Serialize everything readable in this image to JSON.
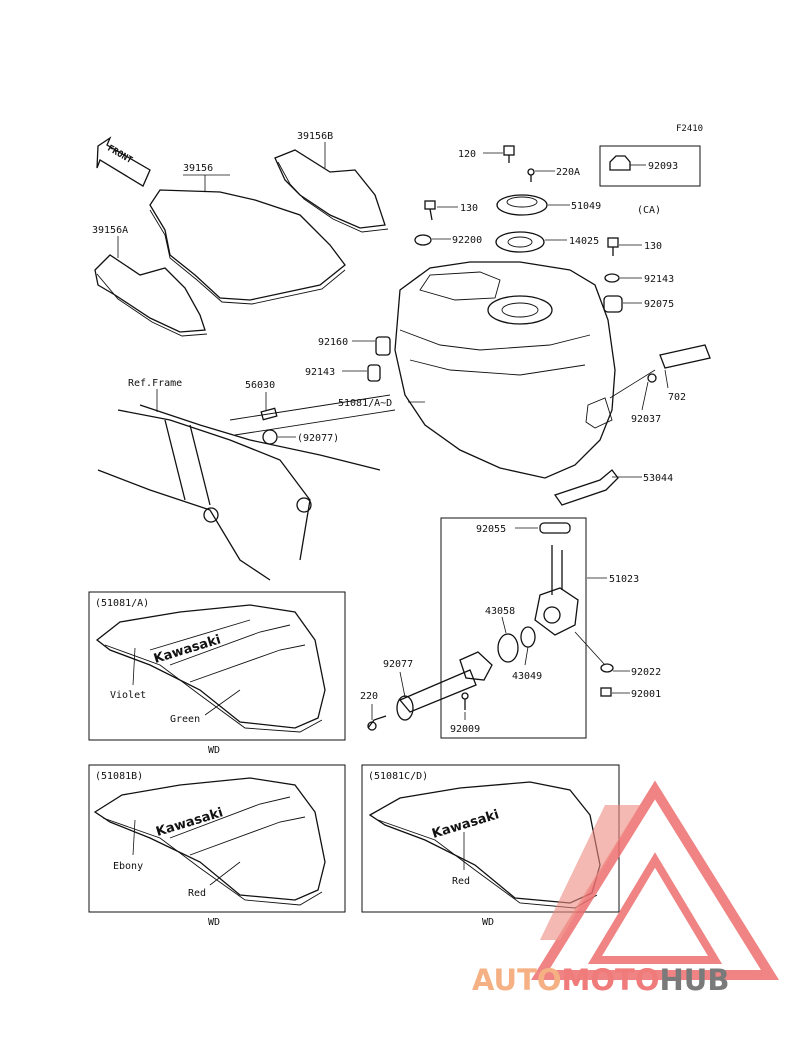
{
  "figure_code": "F2410",
  "front_label": "FRONT",
  "ca_label": "(CA)",
  "wd_label": "WD",
  "labels": {
    "p39156": "39156",
    "p39156b": "39156B",
    "p39156a": "39156A",
    "p120": "120",
    "p220a": "220A",
    "p92093": "92093",
    "p130a": "130",
    "p51049": "51049",
    "p92200": "92200",
    "p14025": "14025",
    "p130b": "130",
    "p92143a": "92143",
    "p92075": "92075",
    "p92160": "92160",
    "p92143b": "92143",
    "p51081": "51081/A~D",
    "p702": "702",
    "p92037": "92037",
    "p53044": "53044",
    "refframe": "Ref.Frame",
    "p56030": "56030",
    "p92077a": "(92077)",
    "p92055": "92055",
    "p51023": "51023",
    "p43058": "43058",
    "p43049": "43049",
    "p92077b": "92077",
    "p92022": "92022",
    "p220": "220",
    "p92001": "92001",
    "p92009": "92009"
  },
  "panels": [
    {
      "variant": "(51081/A)",
      "brand": "Kawasaki",
      "colors": [
        "Violet",
        "Green"
      ]
    },
    {
      "variant": "(51081B)",
      "brand": "Kawasaki",
      "colors": [
        "Ebony",
        "Red"
      ]
    },
    {
      "variant": "(51081C/D)",
      "brand": "Kawasaki",
      "colors": [
        "Red"
      ]
    }
  ],
  "watermark": {
    "part1": "AUTO",
    "part2": "MOTO",
    "part3": "HUB",
    "color1": "#f5b183",
    "color2": "#f07b7b",
    "color3": "#7a7a7a"
  }
}
